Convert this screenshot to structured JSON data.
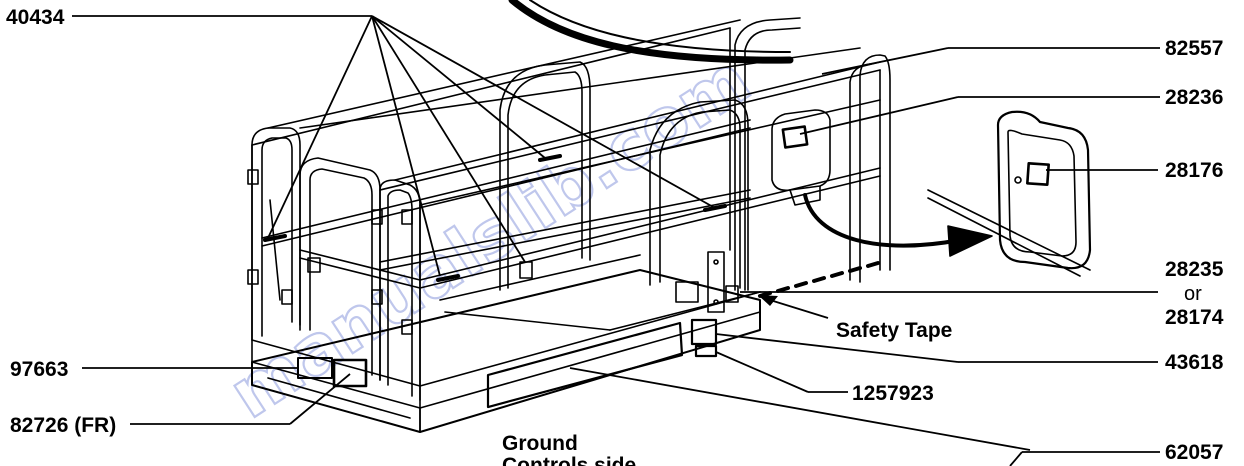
{
  "watermark": "manualslib.com",
  "callouts": {
    "c40434": "40434",
    "c82557": "82557",
    "c28236": "28236",
    "c28176": "28176",
    "c28235": "28235",
    "c_or": "or",
    "c28174": "28174",
    "safety_tape": "Safety Tape",
    "c43618": "43618",
    "c97663": "97663",
    "c1257923": "1257923",
    "c82726": "82726 (FR)",
    "c62057": "62057"
  },
  "caption": {
    "line1": "Ground",
    "line2": "Controls side"
  }
}
